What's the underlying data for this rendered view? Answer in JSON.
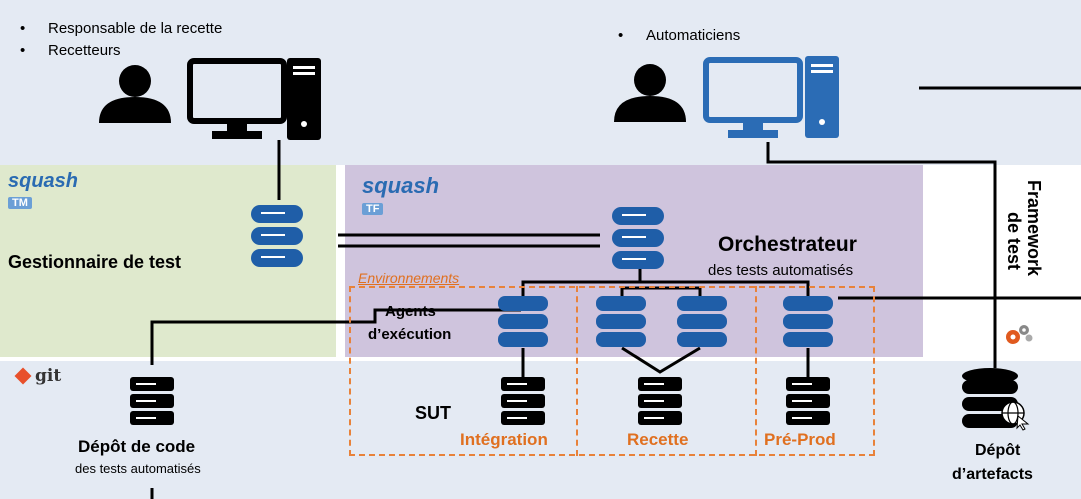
{
  "top_users": {
    "left_bullets": [
      "Responsable de la recette",
      "Recetteurs"
    ],
    "right_bullets": [
      "Automaticiens"
    ]
  },
  "logos": {
    "squash_tm": {
      "word": "squash",
      "tag": "TM"
    },
    "squash_tf": {
      "word": "squash",
      "tag": "TF"
    },
    "git": "git"
  },
  "labels": {
    "gestionnaire": "Gestionnaire de test",
    "orchestrateur_title": "Orchestrateur",
    "orchestrateur_sub": "des tests automatisés",
    "environnements": "Environnements",
    "agents_line1": "Agents",
    "agents_line2": "d’exécution",
    "sut": "SUT",
    "depot_code_title": "Dépôt de code",
    "depot_code_sub": "des tests automatisés",
    "framework_line1": "Framework",
    "framework_line2": "de test",
    "depot_artefacts_line1": "Dépôt",
    "depot_artefacts_line2": "d’artefacts"
  },
  "environments": [
    "Intégration",
    "Recette",
    "Pré-Prod"
  ],
  "colors": {
    "top_band": "#e5ebf4",
    "bottom_band": "#e5ebf4",
    "tm_band": "#dfe9cd",
    "tf_band": "#cfc4dd",
    "server_blue": "#1f5ea8",
    "monitor_blue": "#2b6cb5",
    "orange": "#e07020",
    "squash_blue": "#2a6bb2"
  }
}
